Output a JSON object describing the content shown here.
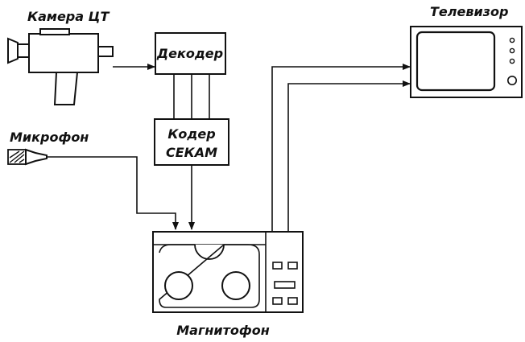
{
  "labels": {
    "camera": "Камера ЦТ",
    "decoder": "Декодер",
    "coder_line1": "Кодер",
    "coder_line2": "СЕКАМ",
    "microphone": "Микрофон",
    "tv": "Телевизор",
    "recorder": "Магнитофон"
  },
  "colors": {
    "ink": "#111111",
    "background": "#ffffff"
  }
}
